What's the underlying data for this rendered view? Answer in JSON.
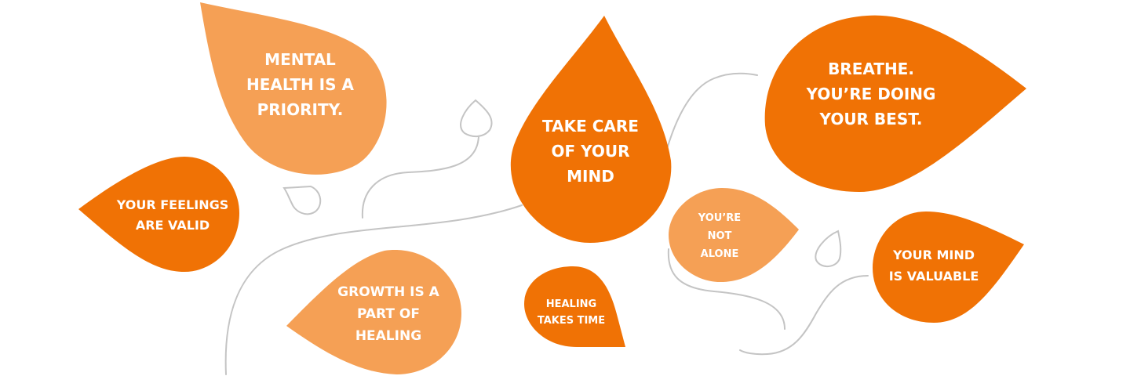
{
  "colors": {
    "dark_orange": "#f07205",
    "light_orange": "#f5a055",
    "vine_gray": "#c4c4c4",
    "text": "#ffffff"
  },
  "drops": {
    "mental_health": {
      "text": "MENTAL\nHEALTH IS A\nPRIORITY."
    },
    "feelings_valid": {
      "text": "YOUR FEELINGS\nARE VALID"
    },
    "growth": {
      "text": "GROWTH IS A\nPART OF\nHEALING"
    },
    "take_care": {
      "text": "TAKE CARE\nOF YOUR\nMIND"
    },
    "healing_time": {
      "text": "HEALING\nTAKES TIME"
    },
    "breathe": {
      "text": "BREATHE.\nYOU’RE DOING\nYOUR BEST."
    },
    "not_alone": {
      "text": "YOU’RE\nNOT\nALONE"
    },
    "mind_valuable": {
      "text": "YOUR MIND\nIS VALUABLE"
    }
  }
}
